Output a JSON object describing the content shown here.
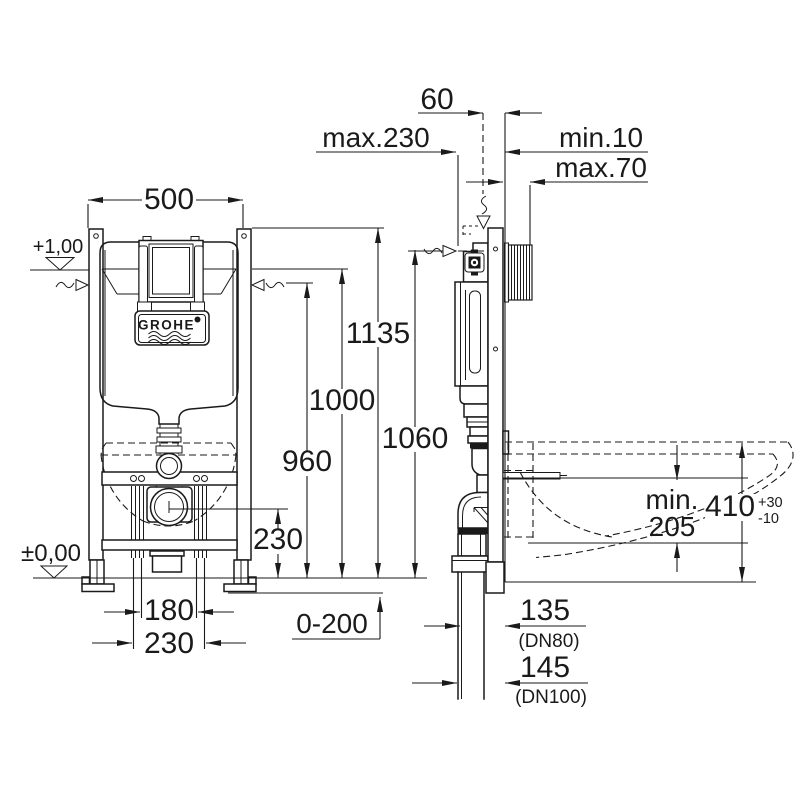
{
  "drawing": {
    "labels": {
      "overall_width": "500",
      "supply_offset": "60",
      "actuation_max": "max.230",
      "wall_min": "min.10",
      "wall_max": "max.70",
      "frame_height": "1135",
      "meter_level": "1000",
      "supply_height": "960",
      "outlet_height": "230",
      "side_top_height": "1060",
      "level_plus_one": "+1,00",
      "level_zero": "±0,00",
      "rod_spacing_inner": "180",
      "rod_spacing_outer": "230",
      "floor_buildup": "0-200",
      "bowl_clearance_min": "min.",
      "bowl_clearance_value": "205",
      "seat_height": "410",
      "seat_tol_plus": "+30",
      "seat_tol_minus": "-10",
      "outlet_dn80": "135",
      "outlet_dn80_note": "(DN80)",
      "outlet_dn100": "145",
      "outlet_dn100_note": "(DN100)"
    },
    "logo": {
      "brand": "GROHE"
    },
    "line_color": "#1a1a1a",
    "background": "#ffffff"
  }
}
